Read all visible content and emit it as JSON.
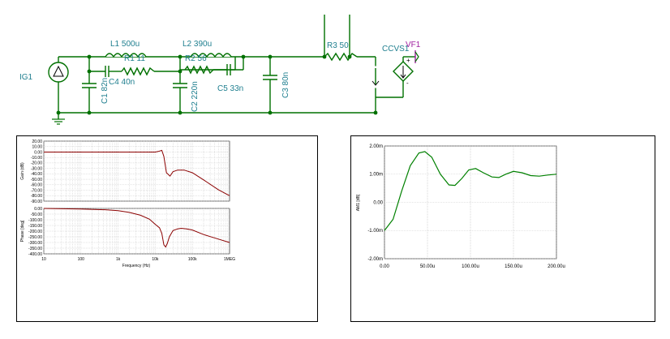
{
  "schematic": {
    "components": {
      "IG1": "IG1",
      "L1": "L1 500u",
      "R1": "R1 11",
      "C1": "C1 82n",
      "C4": "C4 40n",
      "L2": "L2 390u",
      "R2": "R2 56",
      "C2": "C2 220n",
      "C5": "C5 33n",
      "C3": "C3 80n",
      "R3": "R3 50",
      "CCVS": "CCVS1",
      "VF1": "VF1",
      "plus": "+",
      "minus": "-"
    },
    "colors": {
      "wire": "#007000",
      "label": "#1f7f8f",
      "probe": "#a020a0"
    },
    "icons": [
      "current-source-icon",
      "ground-icon",
      "ccvs-icon",
      "ammeter-icon",
      "voltage-probe-icon"
    ]
  },
  "chart_data": [
    {
      "type": "line",
      "title": "",
      "xlabel": "Frequency (Hz)",
      "ylabel": "Gain (dB)",
      "xscale": "log",
      "xlim": [
        10,
        1000000
      ],
      "ylim": [
        -90,
        20
      ],
      "xticks": [
        "10",
        "100",
        "1k",
        "10k",
        "100k",
        "1MEG"
      ],
      "yticks": [
        "20.00",
        "10.00",
        "0.00",
        "-10.00",
        "-20.00",
        "-30.00",
        "-40.00",
        "-50.00",
        "-60.00",
        "-70.00",
        "-80.00",
        "-90.00"
      ],
      "grid": true,
      "color": "#8b0000",
      "x": [
        10,
        100,
        1000,
        5000,
        10000,
        12000,
        15000,
        17000,
        20000,
        25000,
        30000,
        40000,
        60000,
        100000,
        200000,
        500000,
        1000000
      ],
      "y": [
        0,
        0,
        0,
        0,
        0,
        1,
        3,
        -8,
        -38,
        -44,
        -36,
        -33,
        -33,
        -38,
        -51,
        -69,
        -80
      ]
    },
    {
      "type": "line",
      "title": "",
      "xlabel": "Frequency (Hz)",
      "ylabel": "Phase [deg]",
      "xscale": "log",
      "xlim": [
        10,
        1000000
      ],
      "ylim": [
        -400,
        0
      ],
      "xticks": [
        "10",
        "100",
        "1k",
        "10k",
        "100k",
        "1MEG"
      ],
      "yticks": [
        "0.00",
        "-50.00",
        "-100.00",
        "-150.00",
        "-200.00",
        "-250.00",
        "-300.00",
        "-350.00",
        "-400.00"
      ],
      "grid": true,
      "color": "#8b0000",
      "x": [
        10,
        100,
        500,
        1000,
        2000,
        4000,
        7000,
        10000,
        13000,
        15000,
        17000,
        19000,
        21000,
        24000,
        30000,
        40000,
        50000,
        70000,
        100000,
        200000,
        500000,
        1000000
      ],
      "y": [
        0,
        -5,
        -12,
        -20,
        -35,
        -60,
        -95,
        -140,
        -170,
        -220,
        -320,
        -340,
        -310,
        -250,
        -195,
        -180,
        -175,
        -180,
        -190,
        -230,
        -270,
        -300
      ]
    },
    {
      "type": "line",
      "title": "",
      "xlabel": "",
      "ylabel": "AM1 [dB]",
      "xlim": [
        0,
        200
      ],
      "ylim": [
        -2,
        2
      ],
      "xticks": [
        "0.00",
        "50.00u",
        "100.00u",
        "150.00u",
        "200.00u"
      ],
      "yticks": [
        "2.00m",
        "1.00m",
        "0.00",
        "-1.00m",
        "-2.00m"
      ],
      "grid": true,
      "color": "#008000",
      "x": [
        0,
        10,
        20,
        30,
        40,
        47,
        55,
        65,
        75,
        82,
        90,
        98,
        106,
        115,
        125,
        133,
        141,
        150,
        160,
        170,
        180,
        190,
        200
      ],
      "y": [
        -1.0,
        -0.6,
        0.4,
        1.3,
        1.75,
        1.8,
        1.6,
        1.0,
        0.62,
        0.6,
        0.85,
        1.15,
        1.2,
        1.05,
        0.9,
        0.88,
        1.0,
        1.1,
        1.05,
        0.95,
        0.93,
        0.97,
        1.0
      ]
    }
  ]
}
